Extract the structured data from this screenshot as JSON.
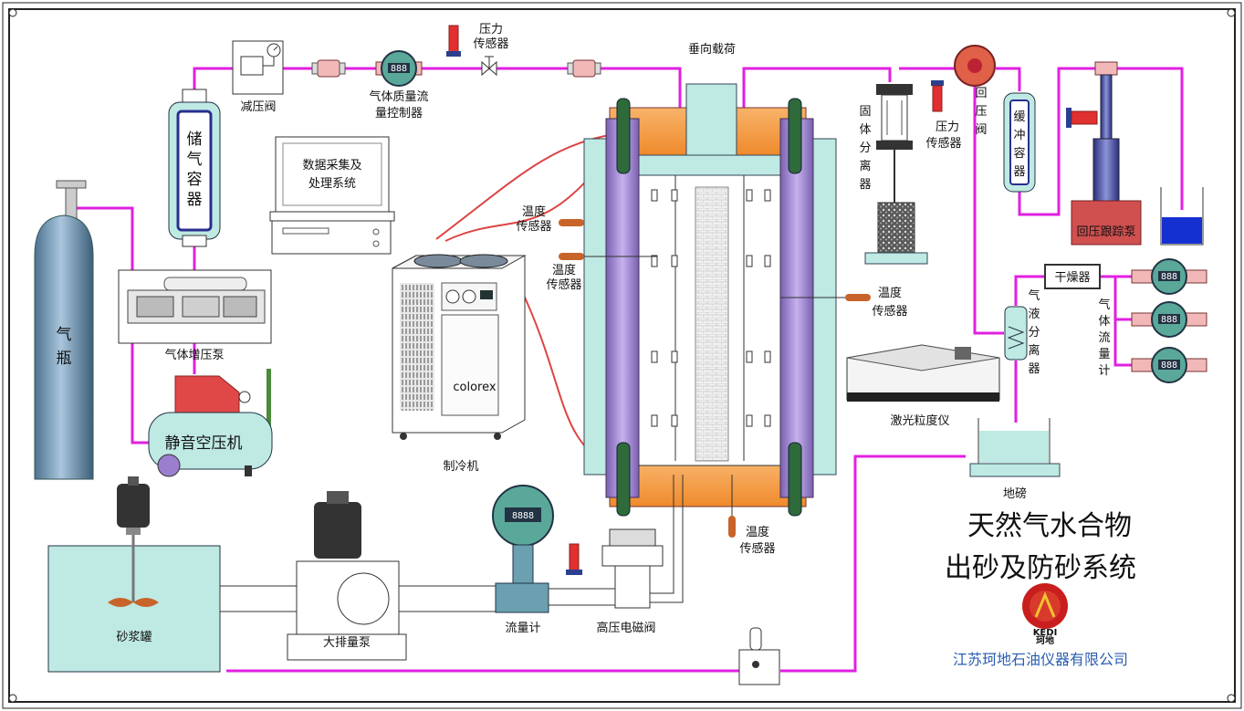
{
  "title": {
    "line1": "天然气水合物",
    "line2": "出砂及防砂系统"
  },
  "company": {
    "logo_text": "KEDI",
    "logo_sub": "珂地",
    "name": "江苏珂地石油仪器有限公司"
  },
  "labels": {
    "gas_bottle": [
      "气",
      "瓶"
    ],
    "storage": [
      "储",
      "气",
      "容",
      "器"
    ],
    "reducer": "减压阀",
    "mfc": [
      "气体质量流",
      "量控制器"
    ],
    "pressure_sensor_top": [
      "压力",
      "传感器"
    ],
    "vertical_load": "垂向载荷",
    "solid_sep": [
      "固",
      "体",
      "分",
      "离",
      "器"
    ],
    "pressure_sensor_right": [
      "压力",
      "传感器"
    ],
    "back_valve": [
      "回",
      "压",
      "阀"
    ],
    "buffer": [
      "缓",
      "冲",
      "容",
      "器"
    ],
    "tracking_pump": "回压跟踪泵",
    "daq": [
      "数据采集及",
      "处理系统"
    ],
    "booster": "气体增压泵",
    "compressor": "静音空压机",
    "chiller": "制冷机",
    "chiller_brand": "colorex",
    "temp_sensor_1": [
      "温度",
      "传感器"
    ],
    "temp_sensor_2": [
      "温度",
      "传感器"
    ],
    "temp_sensor_3": [
      "温度",
      "传感器"
    ],
    "temp_sensor_4": [
      "温度",
      "传感器"
    ],
    "dryer": "干燥器",
    "gl_sep": [
      "气",
      "液",
      "分",
      "离",
      "器"
    ],
    "gas_flow": [
      "气",
      "体",
      "流",
      "量",
      "计"
    ],
    "laser": "激光粒度仪",
    "scale": "地磅",
    "slurry_tank": "砂浆罐",
    "pump": "大排量泵",
    "flowmeter": "流量计",
    "solenoid": "高压电磁阀",
    "meter_reading": "8888",
    "small_meter_reading": "888"
  },
  "colors": {
    "pipe": "#e020e0",
    "teal": "#bfe9e3",
    "orange": "#f59a42",
    "purple": "#9b7fcf",
    "frame": "#222222"
  }
}
